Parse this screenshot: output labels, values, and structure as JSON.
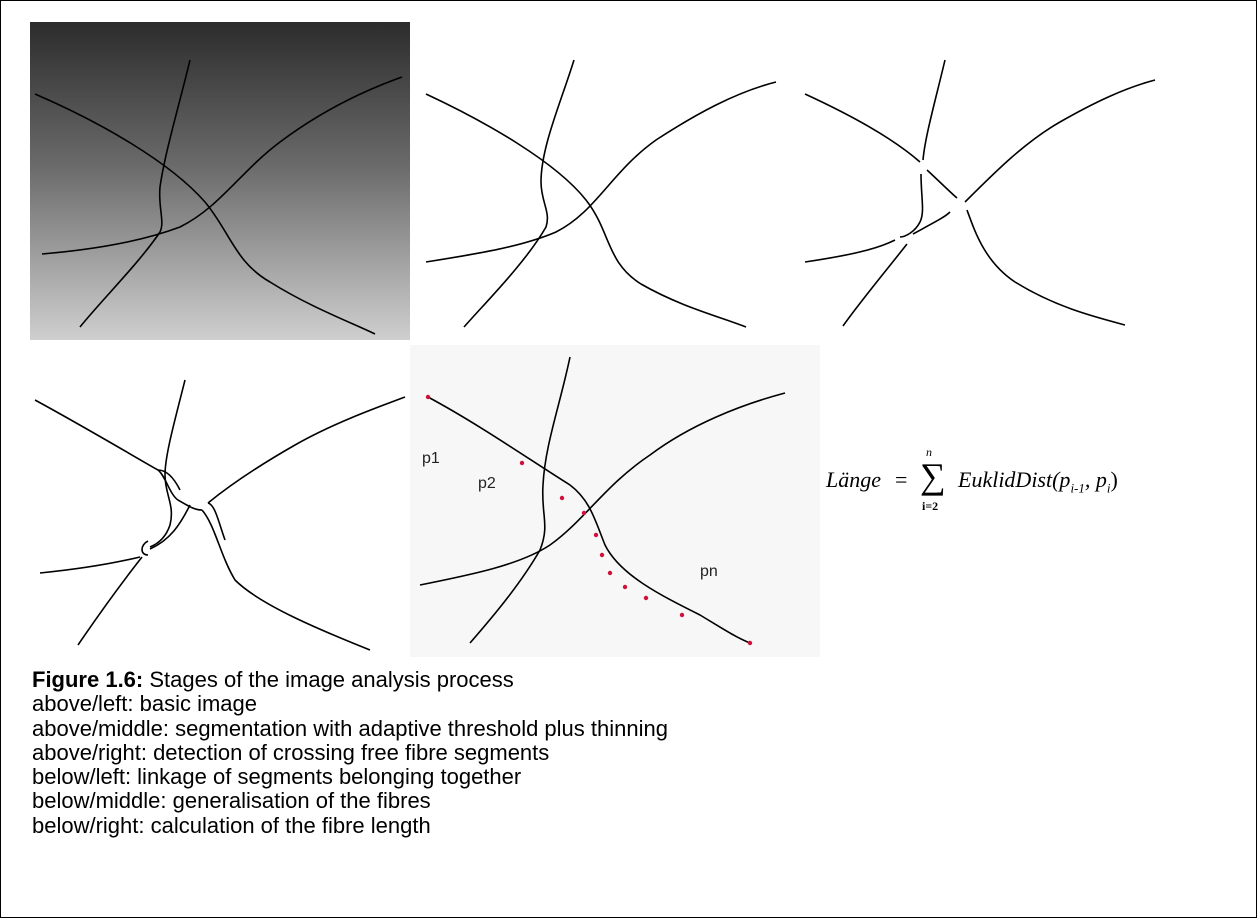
{
  "figure": {
    "label": "Figure 1.6:",
    "title": " Stages of the image analysis process",
    "lines": [
      "above/left: basic image",
      "above/middle: segmentation with adaptive threshold plus thinning",
      "above/right: detection of crossing free fibre segments",
      "below/left: linkage of segments belonging together",
      "below/middle: generalisation of the fibres",
      "below/right: calculation of the fibre length"
    ]
  },
  "panels": {
    "generalisation": {
      "point_labels": [
        "p1",
        "p2",
        "pn"
      ],
      "dot_color": "#d0103a"
    }
  },
  "formula": {
    "lhs": "Länge",
    "equals": "=",
    "sum_symbol": "∑",
    "sum_upper": "n",
    "sum_lower": "i=2",
    "rhs": "EuklidDist(p",
    "rhs_sub1": "i-1",
    "rhs_mid": ", p",
    "rhs_sub2": "i",
    "rhs_close": ")"
  },
  "colors": {
    "line": "#000000",
    "background": "#ffffff"
  }
}
